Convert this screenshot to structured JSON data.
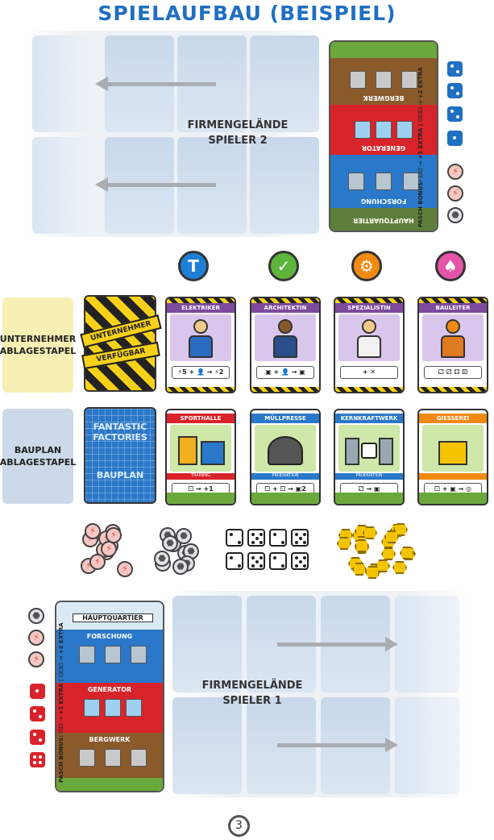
{
  "title": "SPIELAUFBAU (BEISPIEL)",
  "player2": {
    "line1": "FIRMENGELÄNDE",
    "line2": "SPIELER 2"
  },
  "player1": {
    "line1": "FIRMENGELÄNDE",
    "line2": "SPIELER 1"
  },
  "hq": {
    "name": "HAUPTQUARTIER",
    "research": "FORSCHUNG",
    "generator": "GENERATOR",
    "mine": "BERGWERK",
    "pasch": "PASCH BONUS: ⚀⚀ → +1 EXTRA | ⚀⚀⚀ → +2 EXTRA"
  },
  "symbols": [
    {
      "icon": "hammer-icon",
      "color": "#1f7fd6"
    },
    {
      "icon": "wrench-icon",
      "color": "#5db53b"
    },
    {
      "icon": "gear-icon",
      "color": "#f08a10"
    },
    {
      "icon": "shovel-icon",
      "color": "#e455a8"
    }
  ],
  "piles": {
    "unternehmer": {
      "line1": "UNTERNEHMER",
      "line2": "ABLAGESTAPEL",
      "color": "#f7efb4"
    },
    "bauplan": {
      "line1": "BAUPLAN",
      "line2": "ABLAGESTAPEL",
      "color": "#cbd9e8"
    }
  },
  "stacks": {
    "unternehmer": {
      "tape1": "UNTERNEHMER",
      "tape2": "VERFÜGBAR"
    },
    "bauplan": {
      "line1": "FANTASTIC",
      "line2": "FACTORIES",
      "line3": "BAUPLAN"
    }
  },
  "workers": [
    {
      "name": "ELEKTRIKER",
      "header": "#7d4a9e",
      "shirt": "#2a6cc0",
      "effect": "⚡5 + 👤 → ⚡2"
    },
    {
      "name": "ARCHITEKTIN",
      "header": "#7d4a9e",
      "shirt": "#2a4e8a",
      "effect": "▣ + 👤 → ▣"
    },
    {
      "name": "SPEZIALISTIN",
      "header": "#7d4a9e",
      "shirt": "#f2f2f2",
      "effect": "+ ✕"
    },
    {
      "name": "BAULEITER",
      "header": "#7d4a9e",
      "shirt": "#e07a20",
      "effect": "⚁ ⚂ ⚃ ⚄"
    }
  ],
  "buildings": [
    {
      "name": "SPORTHALLE",
      "header": "#d8232a",
      "sub": "TRAINING",
      "effect": "⚀ → +1"
    },
    {
      "name": "MÜLLPRESSE",
      "header": "#2a78c9",
      "sub": "PRODUKTION",
      "effect": "⚀ + ⚀ → ▣2"
    },
    {
      "name": "KERNKRAFTWERK",
      "header": "#2a78c9",
      "sub": "PRODUKTION",
      "effect": "⚁ → ▣"
    },
    {
      "name": "GIESSEREI",
      "header": "#f08a10",
      "sub": "",
      "effect": "⚀ + ▣ → ◎"
    }
  ],
  "supply": {
    "energy_count": 12,
    "ore_count": 10,
    "dice_count": 8,
    "gold_count": 20
  },
  "page_number": "3"
}
